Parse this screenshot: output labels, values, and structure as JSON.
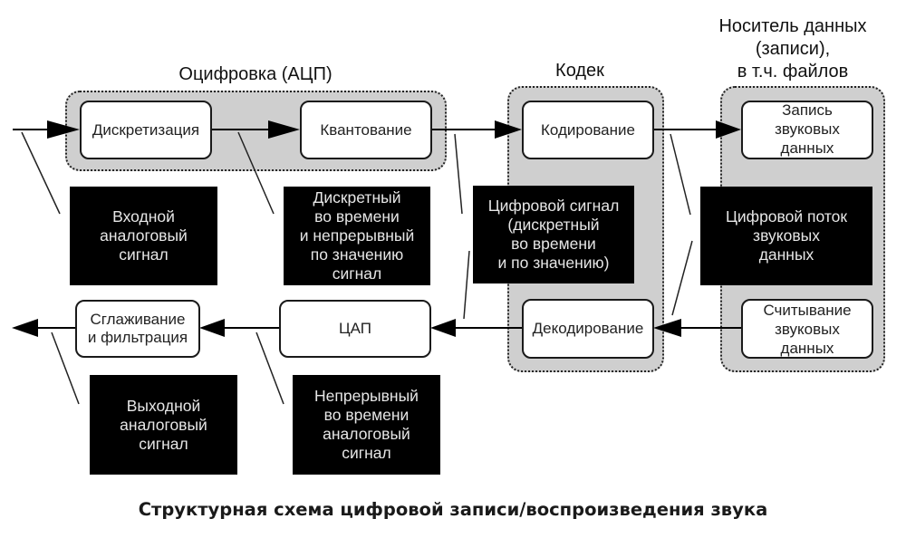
{
  "groups": {
    "adc": {
      "label": "Оцифровка (АЦП)"
    },
    "codec": {
      "label": "Кодек"
    },
    "storage": {
      "label": "Носитель данных\n(записи),\nв т.ч. файлов"
    }
  },
  "blocks": {
    "discretization": "Дискретизация",
    "quantization": "Квантование",
    "encoding": "Кодирование",
    "recording": "Запись\nзвуковых\nданных",
    "reading": "Считывание\nзвуковых\nданных",
    "decoding": "Декодирование",
    "dac": "ЦАП",
    "smoothing": "Сглаживание\nи фильтрация"
  },
  "notes": {
    "input_signal": "Входной\nаналоговый\nсигнал",
    "discrete_time_signal": "Дискретный\nво времени\nи непрерывный\nпо значению\nсигнал",
    "digital_signal": "Цифровой сигнал\n(дискретный\nво времени\nи по значению)",
    "digital_stream": "Цифровой поток\nзвуковых\nданных",
    "output_signal": "Выходной\nаналоговый\nсигнал",
    "continuous_signal": "Непрерывный\nво времени\nаналоговый\nсигнал"
  },
  "caption": "Структурная схема цифровой записи/воспроизведения звука"
}
